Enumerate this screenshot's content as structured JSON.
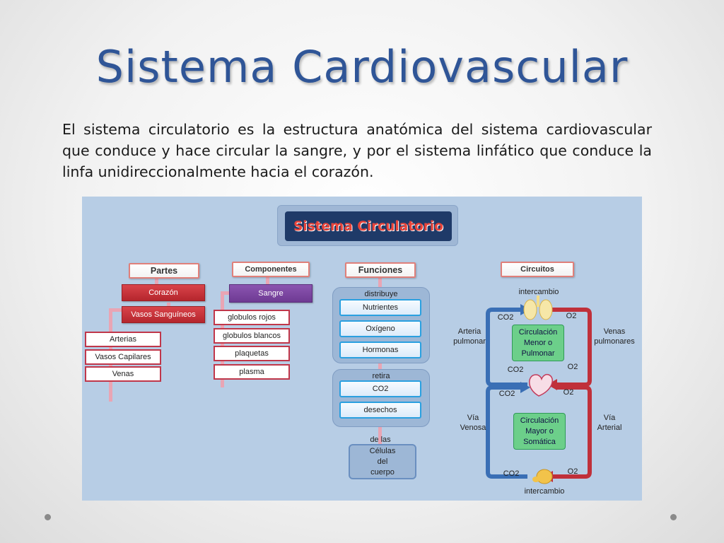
{
  "slide": {
    "title": "Sistema Cardiovascular",
    "body": "El sistema circulatorio es la estructura anatómica del sistema cardiovascular que conduce y hace circular la sangre, y por el sistema linfático que conduce la linfa unidireccionalmente hacia el corazón."
  },
  "diagram": {
    "title": "Sistema Circulatorio",
    "partes": {
      "header": "Partes",
      "corazon": "Corazón",
      "vasos": "Vasos Sanguíneos",
      "items": [
        "Arterias",
        "Vasos Capilares",
        "Venas"
      ]
    },
    "componentes": {
      "header": "Componentes",
      "sangre": "Sangre",
      "items": [
        "globulos rojos",
        "globulos blancos",
        "plaquetas",
        "plasma"
      ]
    },
    "funciones": {
      "header": "Funciones",
      "distribuye": "distribuye",
      "distribuye_items": [
        "Nutrientes",
        "Oxígeno",
        "Hormonas"
      ],
      "retira": "retira",
      "retira_items": [
        "CO2",
        "desechos"
      ],
      "de_las": "de las",
      "celulas": "Células\ndel\ncuerpo"
    },
    "circuitos": {
      "header": "Circuitos",
      "intercambio_top": "intercambio",
      "intercambio_bottom": "intercambio",
      "menor": "Circulación\nMenor o\nPulmonar",
      "mayor": "Circulación\nMayor o\nSomática",
      "arteria_pulmonar": "Arteria\npulmonar",
      "venas_pulmonares": "Venas\npulmonares",
      "via_venosa": "Vía\nVenosa",
      "via_arterial": "Vía\nArterial",
      "co2": "CO2",
      "o2": "O2"
    },
    "colors": {
      "background": "#b7cde5",
      "red": "#c0303a",
      "blue": "#3a6fb5",
      "green": "#6ccf8a"
    }
  }
}
